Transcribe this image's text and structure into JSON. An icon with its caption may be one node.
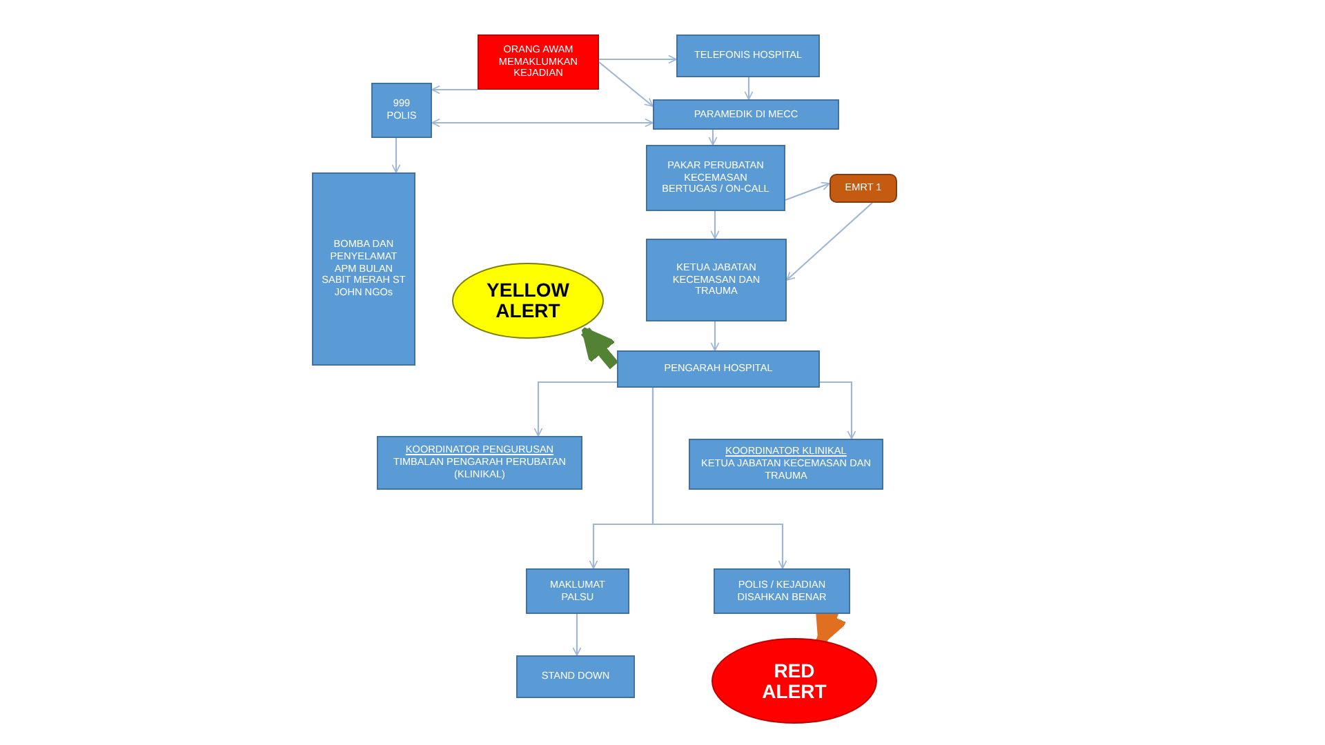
{
  "diagram": {
    "nodes": [
      {
        "text": [
          "ORANG AWAM MEMAKLUMKAN KEJADIAN"
        ]
      },
      {
        "text": [
          "TELEFONIS HOSPITAL"
        ]
      },
      {
        "text": [
          "999 POLIS"
        ]
      },
      {
        "text": [
          "PARAMEDIK DI MECC"
        ]
      },
      {
        "text": [
          "BOMBA DAN PENYELAMAT APM BULAN SABIT MERAH ST JOHN NGOs"
        ]
      },
      {
        "text": [
          "PAKAR PERUBATAN KECEMASAN BERTUGAS / ON-CALL"
        ]
      },
      {
        "text": [
          "EMRT 1"
        ]
      },
      {
        "text": [
          "YELLOW ALERT"
        ]
      },
      {
        "text": [
          "KETUA JABATAN KECEMASAN DAN TRAUMA"
        ]
      },
      {
        "text": [
          "PENGARAH HOSPITAL"
        ]
      },
      {
        "text": [
          "KOORDINATOR PENGURUSAN",
          "TIMBALAN PENGARAH PERUBATAN (KLINIKAL)"
        ]
      },
      {
        "text": [
          "KOORDINATOR KLINIKAL",
          "KETUA JABATAN KECEMASAN DAN TRAUMA"
        ]
      },
      {
        "text": [
          "MAKLUMAT PALSU"
        ]
      },
      {
        "text": [
          "POLIS / KEJADIAN DISAHKAN BENAR"
        ]
      },
      {
        "text": [
          "STAND DOWN"
        ]
      },
      {
        "text": [
          "RED ALERT"
        ]
      }
    ],
    "edges": [
      {
        "from": 0,
        "to": 1,
        "arrow": "to"
      },
      {
        "from": 0,
        "to": 3,
        "arrow": "to"
      },
      {
        "from": 0,
        "to": 2,
        "arrow": "to"
      },
      {
        "from": 2,
        "to": 3,
        "arrow": "both"
      },
      {
        "from": 1,
        "to": 3,
        "arrow": "to"
      },
      {
        "from": 3,
        "to": 5,
        "arrow": "to"
      },
      {
        "from": 2,
        "to": 4,
        "arrow": "to"
      },
      {
        "from": 5,
        "to": 6,
        "arrow": "to"
      },
      {
        "from": 6,
        "to": 8,
        "arrow": "to"
      },
      {
        "from": 5,
        "to": 8,
        "arrow": "to"
      },
      {
        "from": 8,
        "to": 9,
        "arrow": "to"
      },
      {
        "from": 9,
        "to": 7,
        "arrow": "to",
        "style": "thick",
        "color": "#548235"
      },
      {
        "from": 9,
        "to": 10,
        "arrow": "to"
      },
      {
        "from": 9,
        "to": 11,
        "arrow": "to"
      },
      {
        "from": 9,
        "to": 12,
        "arrow": "to"
      },
      {
        "from": 9,
        "to": 13,
        "arrow": "to"
      },
      {
        "from": 12,
        "to": 14,
        "arrow": "to"
      },
      {
        "from": 13,
        "to": 15,
        "arrow": "to",
        "style": "thick",
        "color": "#e07020"
      }
    ]
  }
}
